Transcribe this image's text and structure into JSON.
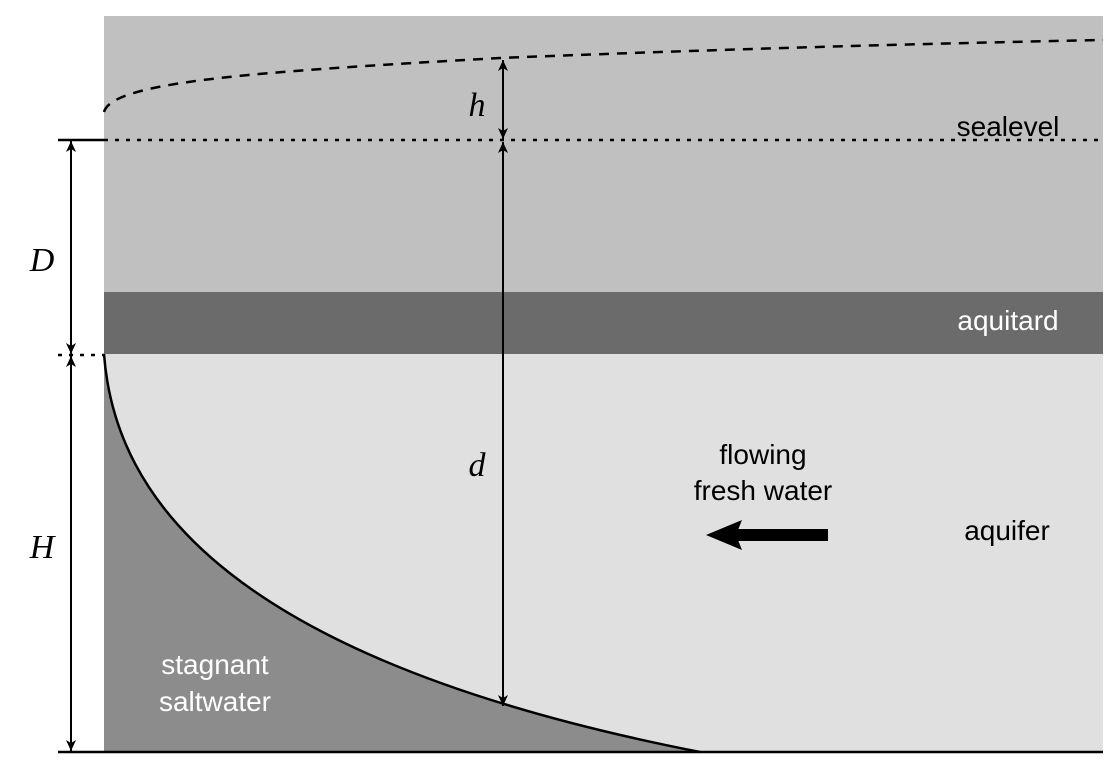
{
  "labels": {
    "sealevel": "sealevel",
    "aquitard": "aquitard",
    "aquifer": "aquifer",
    "flow_line1": "flowing",
    "flow_line2": "fresh water",
    "salt_line1": "stagnant",
    "salt_line2": "saltwater"
  },
  "dimensions": {
    "h": "h",
    "d": "d",
    "D": "D",
    "H": "H"
  },
  "colors": {
    "upper_layer": "#c0c0c0",
    "aquitard": "#6b6b6b",
    "aquifer": "#e0e0e0",
    "saltwater": "#8c8c8c",
    "lines": "#000000",
    "light_text": "#ffffff",
    "dark_text": "#000000"
  }
}
